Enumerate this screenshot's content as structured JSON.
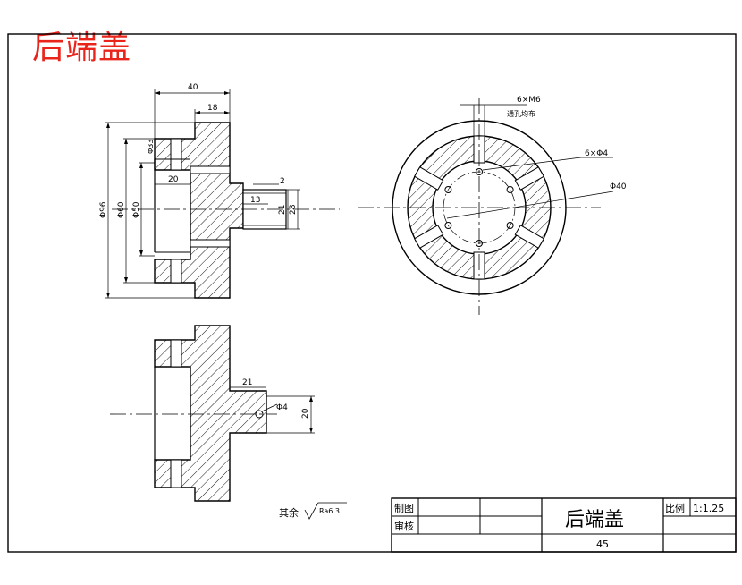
{
  "header": {
    "title": "后端盖"
  },
  "dims": {
    "d40": "40",
    "d18": "18",
    "d20": "20",
    "d2": "2",
    "d13": "13",
    "d21": "21",
    "d28": "28",
    "phi96": "Φ96",
    "phi60": "Φ60",
    "phi50": "Φ50",
    "phi33": "Φ33",
    "hole_thread": "6×M6",
    "hole_note": "通孔均布",
    "six_phi4": "6×Φ4",
    "phi40": "Φ40",
    "sec_21": "21",
    "sec_phi4": "Φ4",
    "sec_20": "20"
  },
  "roughness": {
    "prefix": "其余",
    "value": "Ra6.3"
  },
  "title_block": {
    "drawn_label": "制图",
    "checked_label": "审核",
    "part_name": "后端盖",
    "scale_label": "比例",
    "scale_value": "1:1.25",
    "number": "45"
  }
}
